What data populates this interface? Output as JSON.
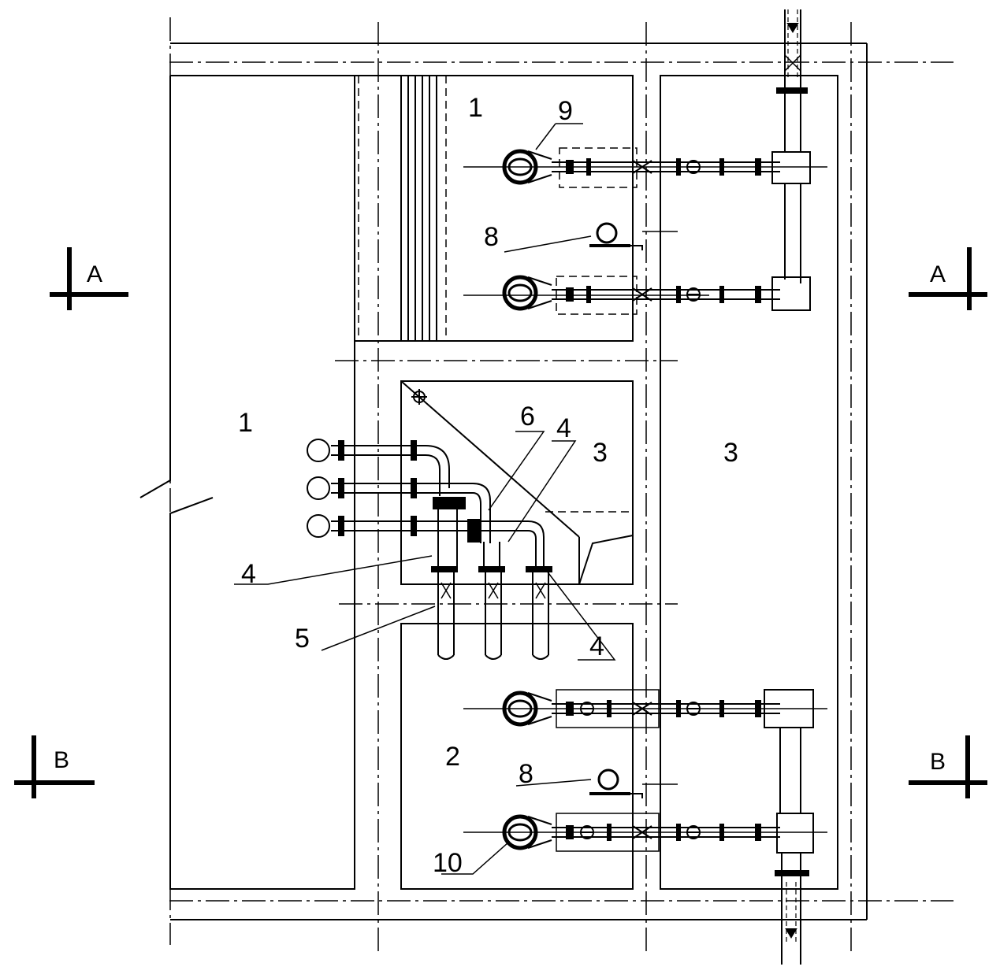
{
  "drawing": {
    "room_labels": {
      "room_1_left": "1",
      "room_1_top": "1",
      "room_2": "2",
      "room_3_mid": "3",
      "room_3_right": "3"
    },
    "callouts": {
      "c9": "9",
      "c8_top": "8",
      "c8_bottom": "8",
      "c6": "6",
      "c4_top": "4",
      "c4_left": "4",
      "c4_right": "4",
      "c5": "5",
      "c10": "10"
    },
    "sections": {
      "a_left": "A",
      "a_right": "A",
      "b_left": "B",
      "b_right": "B"
    }
  },
  "colors": {
    "line": "#000000",
    "background": "#ffffff"
  }
}
